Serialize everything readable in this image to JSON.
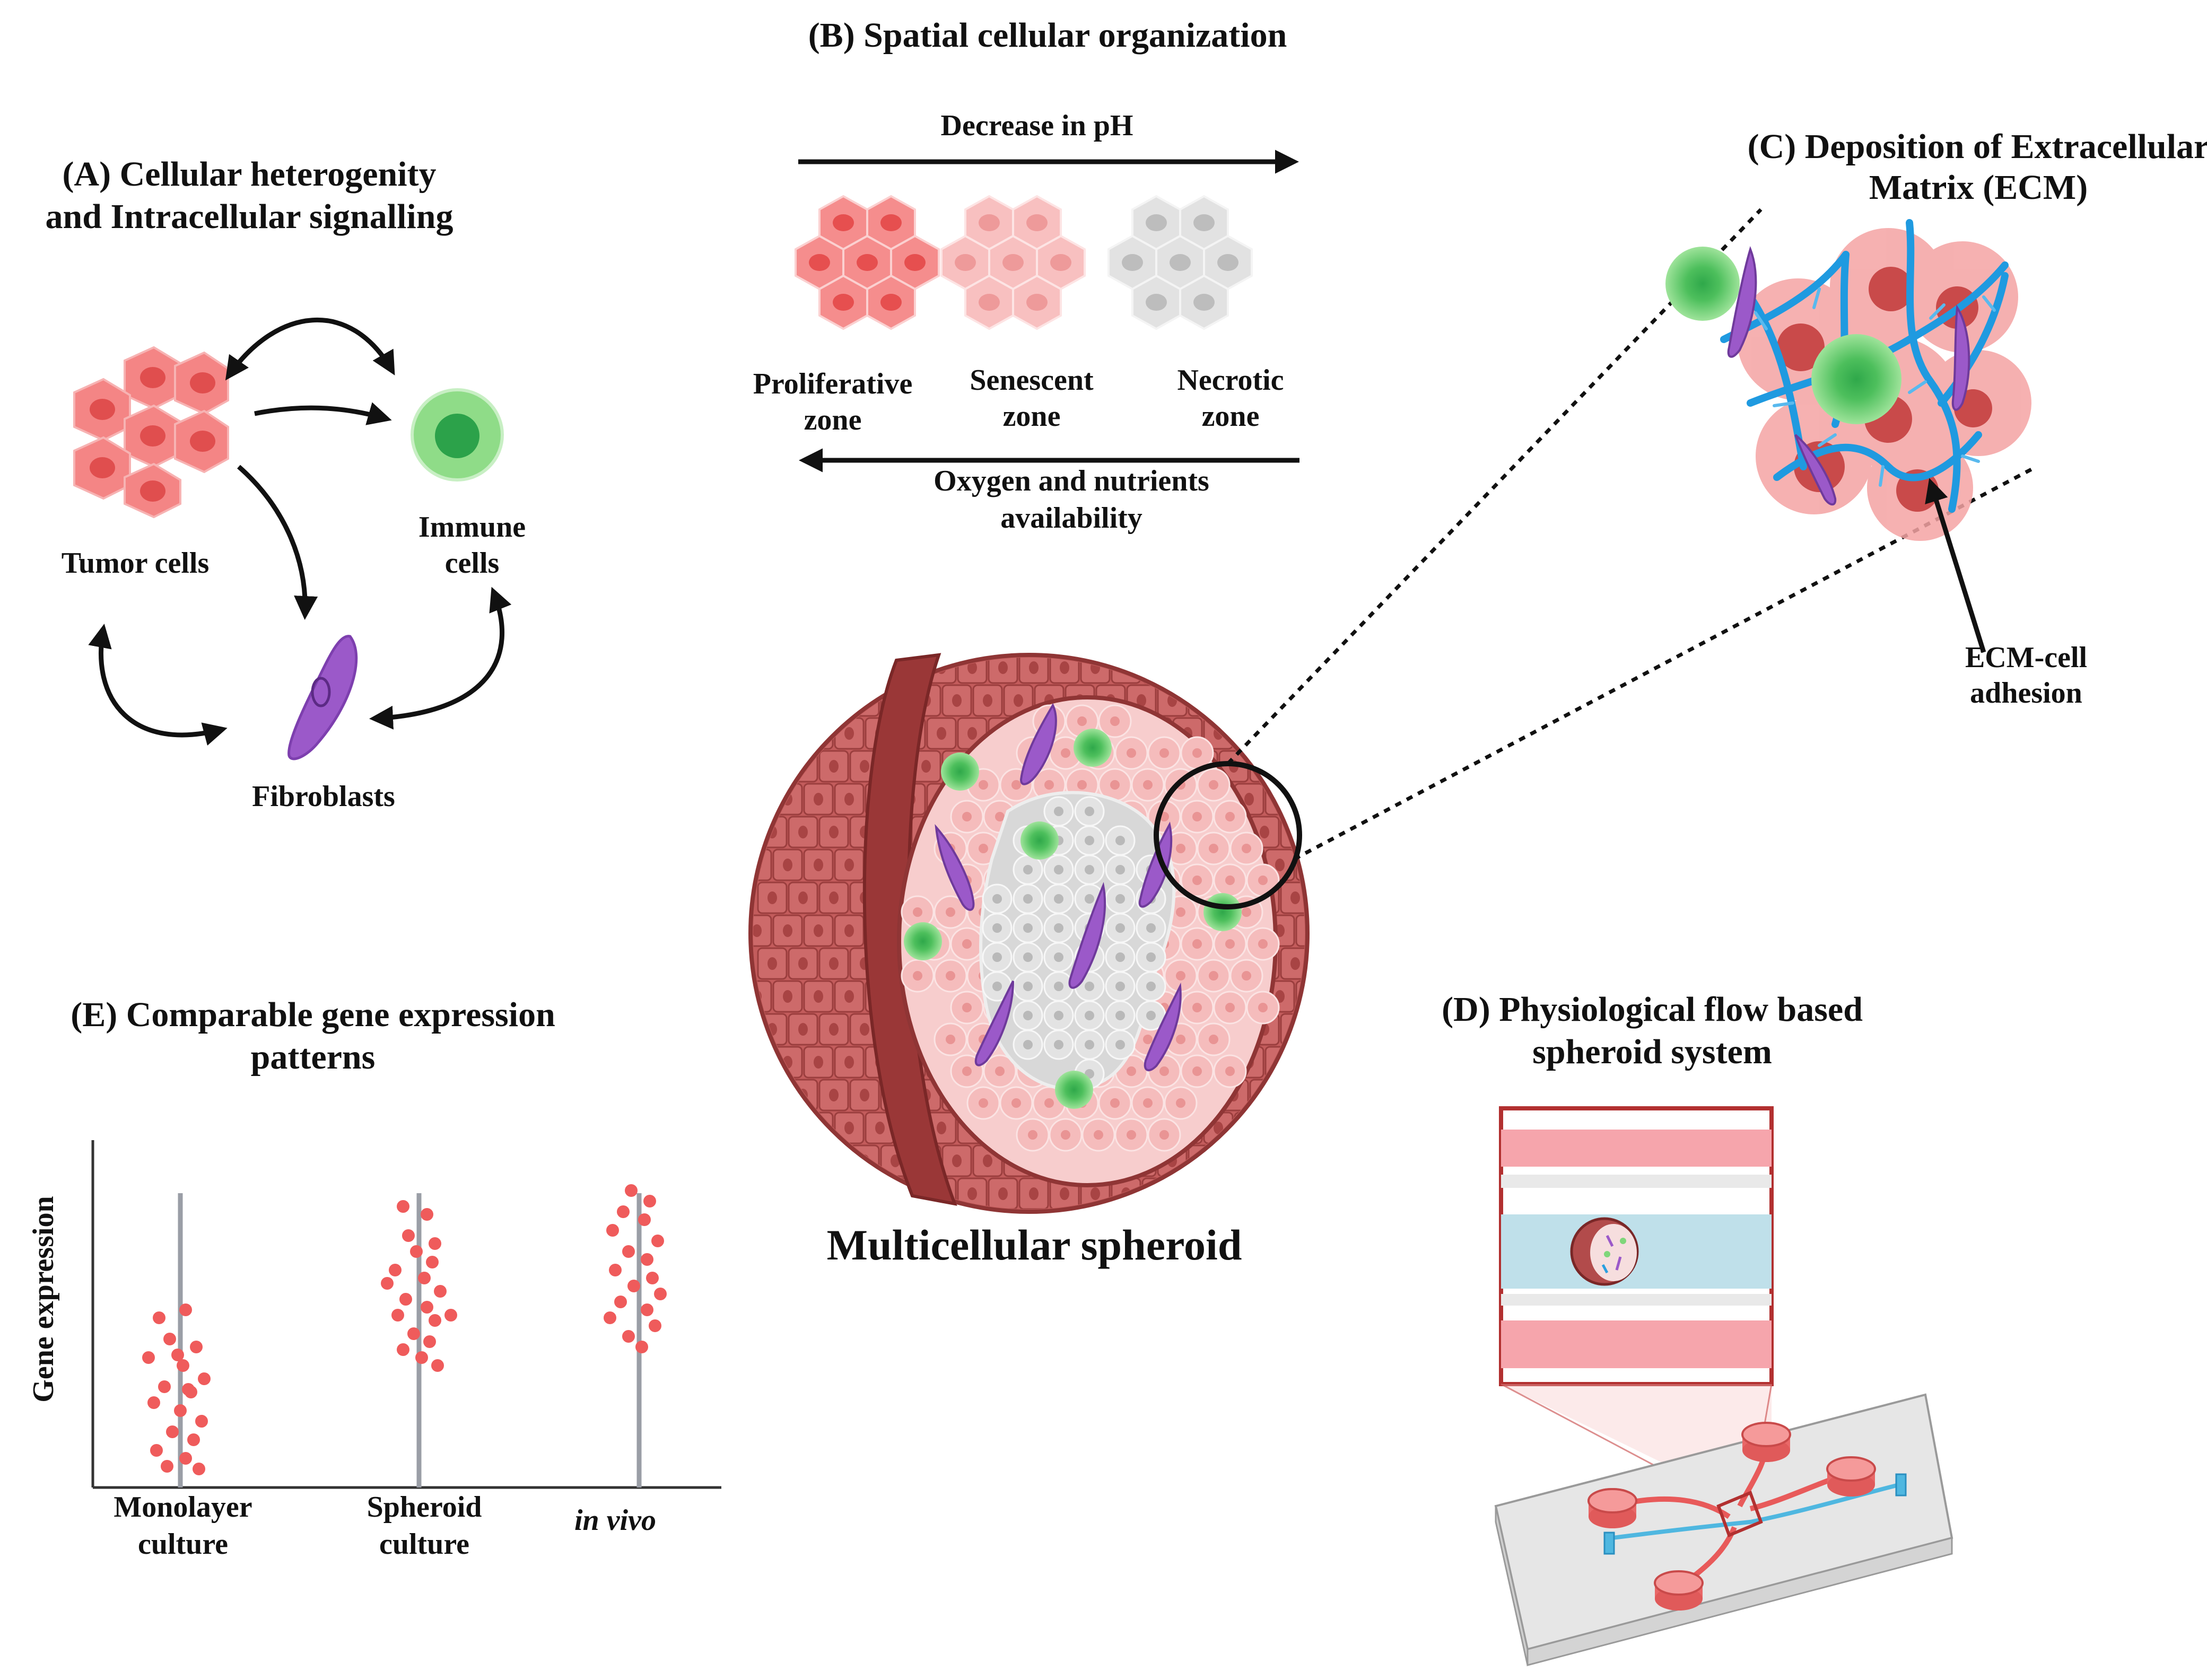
{
  "panelA": {
    "title_line1": "(A) Cellular heterogenity",
    "title_line2": "and Intracellular signalling",
    "tumor_label": "Tumor cells",
    "immune_label_line1": "Immune",
    "immune_label_line2": "cells",
    "fibro_label": "Fibroblasts"
  },
  "panelB": {
    "title": "(B) Spatial cellular organization",
    "top_arrow_label": "Decrease in pH",
    "zone1_line1": "Proliferative",
    "zone1_line2": "zone",
    "zone2_line1": "Senescent",
    "zone2_line2": "zone",
    "zone3_line1": "Necrotic",
    "zone3_line2": "zone",
    "bottom_arrow_line1": "Oxygen and nutrients",
    "bottom_arrow_line2": "availability"
  },
  "panelC": {
    "title_line1": "(C) Deposition of Extracellular",
    "title_line2": "Matrix (ECM)",
    "adhesion_line1": "ECM-cell",
    "adhesion_line2": "adhesion"
  },
  "center": {
    "spheroid_label": "Multicellular spheroid"
  },
  "panelD": {
    "title_line1": "(D) Physiological flow based",
    "title_line2": "spheroid system"
  },
  "panelE": {
    "title_line1": "(E) Comparable gene expression",
    "title_line2": "patterns",
    "ylabel": "Gene expression",
    "cat1_line1": "Monolayer",
    "cat1_line2": "culture",
    "cat2_line1": "Spheroid",
    "cat2_line2": "culture",
    "cat3": "in vivo"
  },
  "colors": {
    "tumor": "#f07b7b",
    "tumor_dark": "#e05a5a",
    "immune": "#7fd67a",
    "fibroblast": "#9b59c9",
    "ecm": "#2a9fe0",
    "spheroid_shell": "#b24b4b",
    "necrotic": "#d9d9d9"
  }
}
